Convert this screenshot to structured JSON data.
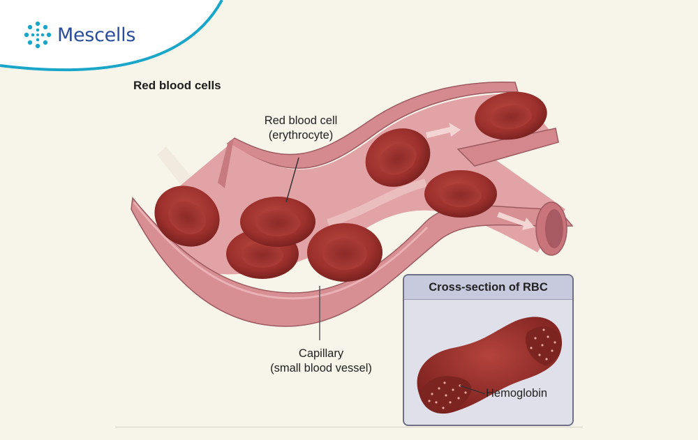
{
  "brand": {
    "name": "Mescells",
    "icon": "cell-cluster-icon",
    "accent": "#1aa6c9",
    "text_color": "#2a4d9b"
  },
  "diagram": {
    "heading": "Red blood cells",
    "labels": {
      "rbc_line1": "Red blood cell",
      "rbc_line2": "(erythrocyte)",
      "capillary_line1": "Capillary",
      "capillary_line2": "(small blood vessel)"
    },
    "inset": {
      "title": "Cross-section of RBC",
      "label": "Hemoglobin"
    },
    "colors": {
      "vessel": "#dc9095",
      "vessel_dark": "#b66b72",
      "cell": "#a83a36",
      "cell_dark": "#7c2320",
      "inset_bg": "#dfe0ea"
    }
  }
}
